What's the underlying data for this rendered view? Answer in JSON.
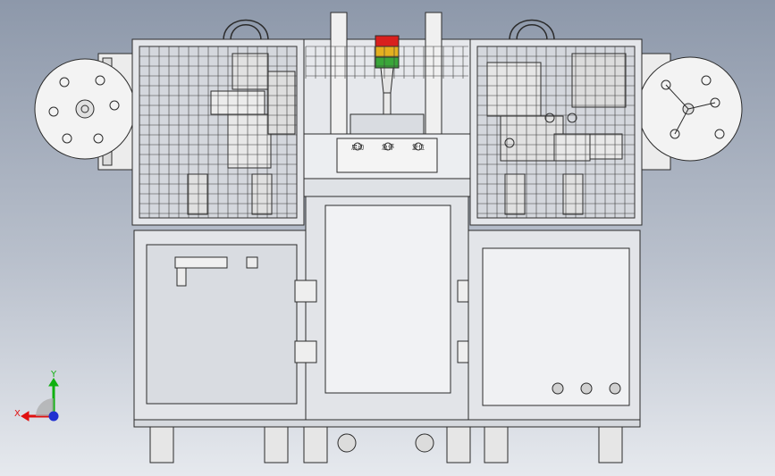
{
  "viewport": {
    "background_top": "#8d98aa",
    "background_bottom": "#e6e9ee"
  },
  "control_panel": {
    "buttons": [
      {
        "label": "启动"
      },
      {
        "label": "急停"
      },
      {
        "label": "复位"
      }
    ]
  },
  "signal_tower": {
    "lights": [
      "#d8201e",
      "#e4b020",
      "#3aa63a"
    ]
  },
  "triad": {
    "x_label": "X",
    "y_label": "Y",
    "x_color": "#e01010",
    "y_color": "#10b010",
    "z_color": "#2030d0"
  },
  "icons": {
    "triad": "coordinate-triad-icon"
  }
}
